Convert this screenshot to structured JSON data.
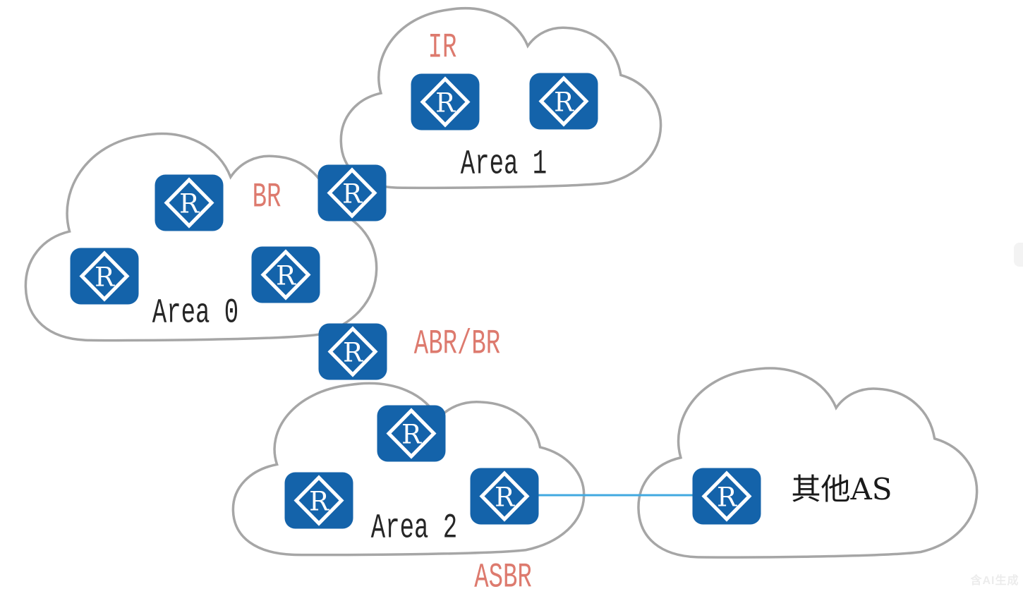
{
  "clouds": {
    "area1": {
      "label": "Area 1",
      "router_count": 2
    },
    "area0": {
      "label": "Area 0",
      "router_count": 3
    },
    "area2": {
      "label": "Area 2",
      "router_count": 3
    },
    "other_as": {
      "label": "其他AS",
      "router_count": 1
    }
  },
  "role_labels": {
    "ir": "IR",
    "br": "BR",
    "abr_br": "ABR/BR",
    "asbr": "ASBR"
  },
  "routers": [
    "area1-left",
    "area1-right",
    "area0-top",
    "area0-area1-border",
    "area0-left",
    "area0-right",
    "abr-br",
    "area2-top",
    "area2-left",
    "asbr",
    "other-as"
  ],
  "link": {
    "from": "asbr",
    "to": "other-as"
  },
  "router_icon": {
    "glyph": "R"
  },
  "watermark": "含AI生成",
  "colors": {
    "router_blue": "#1463aa",
    "role_label_salmon": "#dd7a6e",
    "cloud_outline_gray": "#a6a6a6",
    "link_blue": "#41a9e0",
    "area_label_dark": "#262626",
    "watermark_gray": "#ececec"
  }
}
